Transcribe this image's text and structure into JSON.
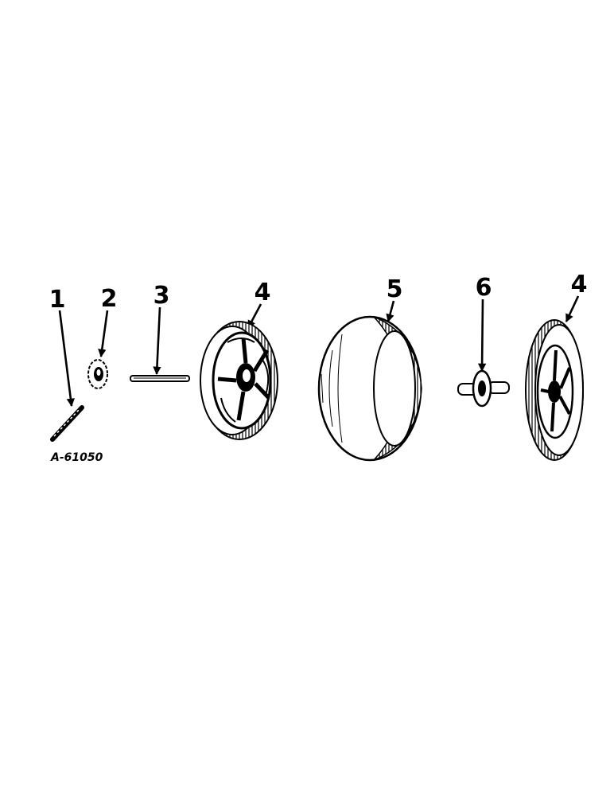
{
  "figure_id": "A-61050",
  "callouts": [
    {
      "label": "1",
      "part": "tire-valve-stem"
    },
    {
      "label": "2",
      "part": "hub-nut"
    },
    {
      "label": "3",
      "part": "axle-rod"
    },
    {
      "label": "4",
      "part": "wheel-half-left"
    },
    {
      "label": "5",
      "part": "tire"
    },
    {
      "label": "6",
      "part": "bearing-spacer"
    },
    {
      "label": "4",
      "part": "wheel-half-right"
    }
  ]
}
